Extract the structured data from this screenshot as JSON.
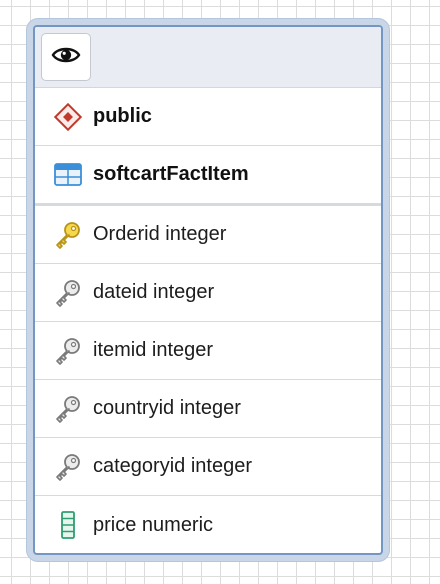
{
  "diagram": {
    "header": {
      "view_icon": "eye-icon"
    },
    "schema": {
      "label": "public",
      "icon": "schema-diamond-icon"
    },
    "table": {
      "label": "softcartFactItem",
      "icon": "table-icon"
    },
    "columns": [
      {
        "label": "Orderid integer",
        "icon": "primary-key-icon"
      },
      {
        "label": "dateid integer",
        "icon": "foreign-key-icon"
      },
      {
        "label": "itemid integer",
        "icon": "foreign-key-icon"
      },
      {
        "label": "countryid integer",
        "icon": "foreign-key-icon"
      },
      {
        "label": "categoryid integer",
        "icon": "foreign-key-icon"
      },
      {
        "label": "price numeric",
        "icon": "column-icon"
      }
    ],
    "colors": {
      "schema_icon": "#c0392b",
      "table_icon": "#3b8fd9",
      "primary_key": "#e6c229",
      "foreign_key": "#8a8a8a",
      "column_icon": "#2e9e6e",
      "node_border": "#7396c3",
      "selection_halo": "#c8d6e8"
    }
  }
}
